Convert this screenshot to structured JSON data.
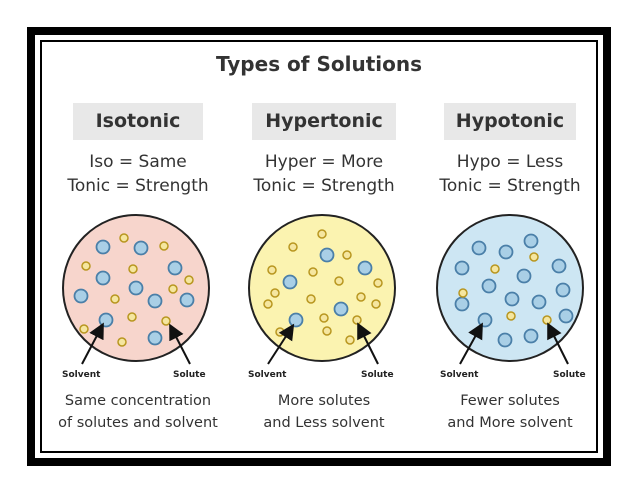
{
  "title": "Types of Solutions",
  "columns": [
    {
      "id": "isotonic",
      "header": "Isotonic",
      "def_line1": "Iso = Same",
      "def_line2": "Tonic = Strength",
      "solvent_label": "Solvent",
      "solute_label": "Solute",
      "caption_line1": "Same concentration",
      "caption_line2": "of solutes and solvent",
      "fill_color": "#f7d5cc"
    },
    {
      "id": "hypertonic",
      "header": "Hypertonic",
      "def_line1": "Hyper = More",
      "def_line2": "Tonic = Strength",
      "solvent_label": "Solvent",
      "solute_label": "Solute",
      "caption_line1": "More solutes",
      "caption_line2": "and Less solvent",
      "fill_color": "#fbf3b0"
    },
    {
      "id": "hypotonic",
      "header": "Hypotonic",
      "def_line1": "Hypo = Less",
      "def_line2": "Tonic = Strength",
      "solvent_label": "Solvent",
      "solute_label": "Solute",
      "caption_line1": "Fewer solutes",
      "caption_line2": "and More solvent",
      "fill_color": "#cde6f3"
    }
  ],
  "colors": {
    "solvent": "#a9cfe6",
    "solvent_stroke": "#4a7fa8",
    "solute": "#f5e6a0",
    "solute_stroke": "#b8961f",
    "frame": "#000000"
  }
}
